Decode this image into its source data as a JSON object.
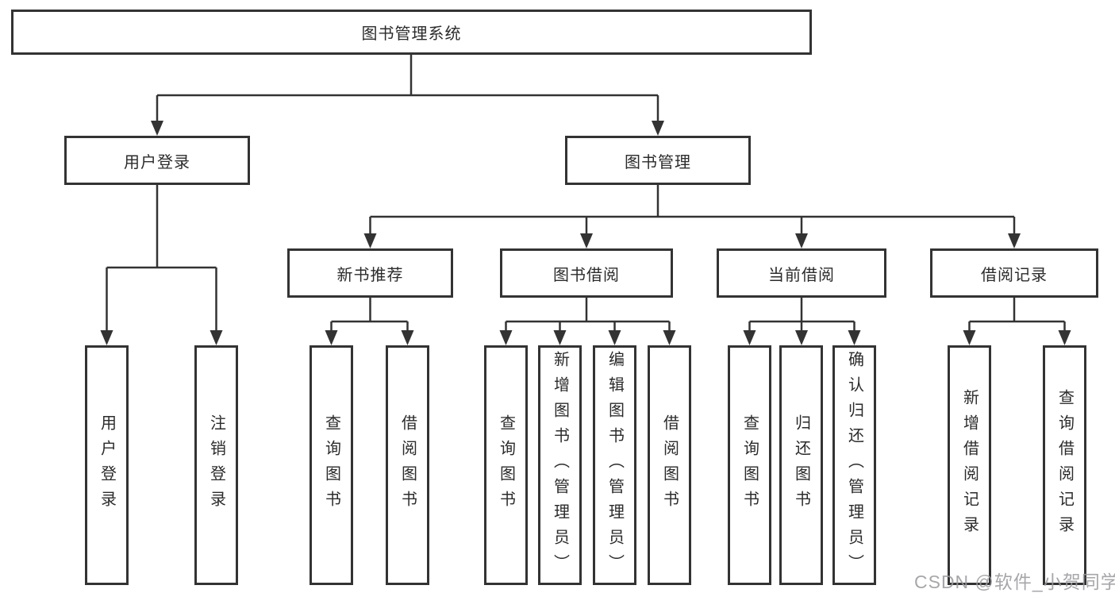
{
  "diagram_title": "图书管理系统",
  "nodes": {
    "root": {
      "label": "图书管理系统"
    },
    "user_login": {
      "label": "用户登录"
    },
    "book_mgmt": {
      "label": "图书管理"
    },
    "new_book_rec": {
      "label": "新书推荐"
    },
    "book_borrow": {
      "label": "图书借阅"
    },
    "current_borrow": {
      "label": "当前借阅"
    },
    "borrow_records": {
      "label": "借阅记录"
    },
    "leaf_user_login": {
      "label": "用户登录"
    },
    "leaf_logout": {
      "label": "注销登录"
    },
    "leaf_query_book_new": {
      "label": "查询图书"
    },
    "leaf_borrow_book_new": {
      "label": "借阅图书"
    },
    "leaf_query_book_borrow": {
      "label": "查询图书"
    },
    "leaf_add_book": {
      "label": "新增图书（管理员）"
    },
    "leaf_edit_book": {
      "label": "编辑图书（管理员）"
    },
    "leaf_borrow_book_borrow": {
      "label": "借阅图书"
    },
    "leaf_query_book_current": {
      "label": "查询图书"
    },
    "leaf_return_book": {
      "label": "归还图书"
    },
    "leaf_confirm_return": {
      "label": "确认归还（管理员）"
    },
    "leaf_add_record": {
      "label": "新增借阅记录"
    },
    "leaf_query_record": {
      "label": "查询借阅记录"
    }
  },
  "hierarchy": {
    "图书管理系统": {
      "用户登录": [
        "用户登录",
        "注销登录"
      ],
      "图书管理": {
        "新书推荐": [
          "查询图书",
          "借阅图书"
        ],
        "图书借阅": [
          "查询图书",
          "新增图书（管理员）",
          "编辑图书（管理员）",
          "借阅图书"
        ],
        "当前借阅": [
          "查询图书",
          "归还图书",
          "确认归还（管理员）"
        ],
        "借阅记录": [
          "新增借阅记录",
          "查询借阅记录"
        ]
      }
    }
  },
  "watermark": "CSDN @软件_小贺同学",
  "colors": {
    "line": "#333333",
    "text": "#2b2b2b",
    "background": "#ffffff",
    "watermark": "#9b9b9f"
  }
}
